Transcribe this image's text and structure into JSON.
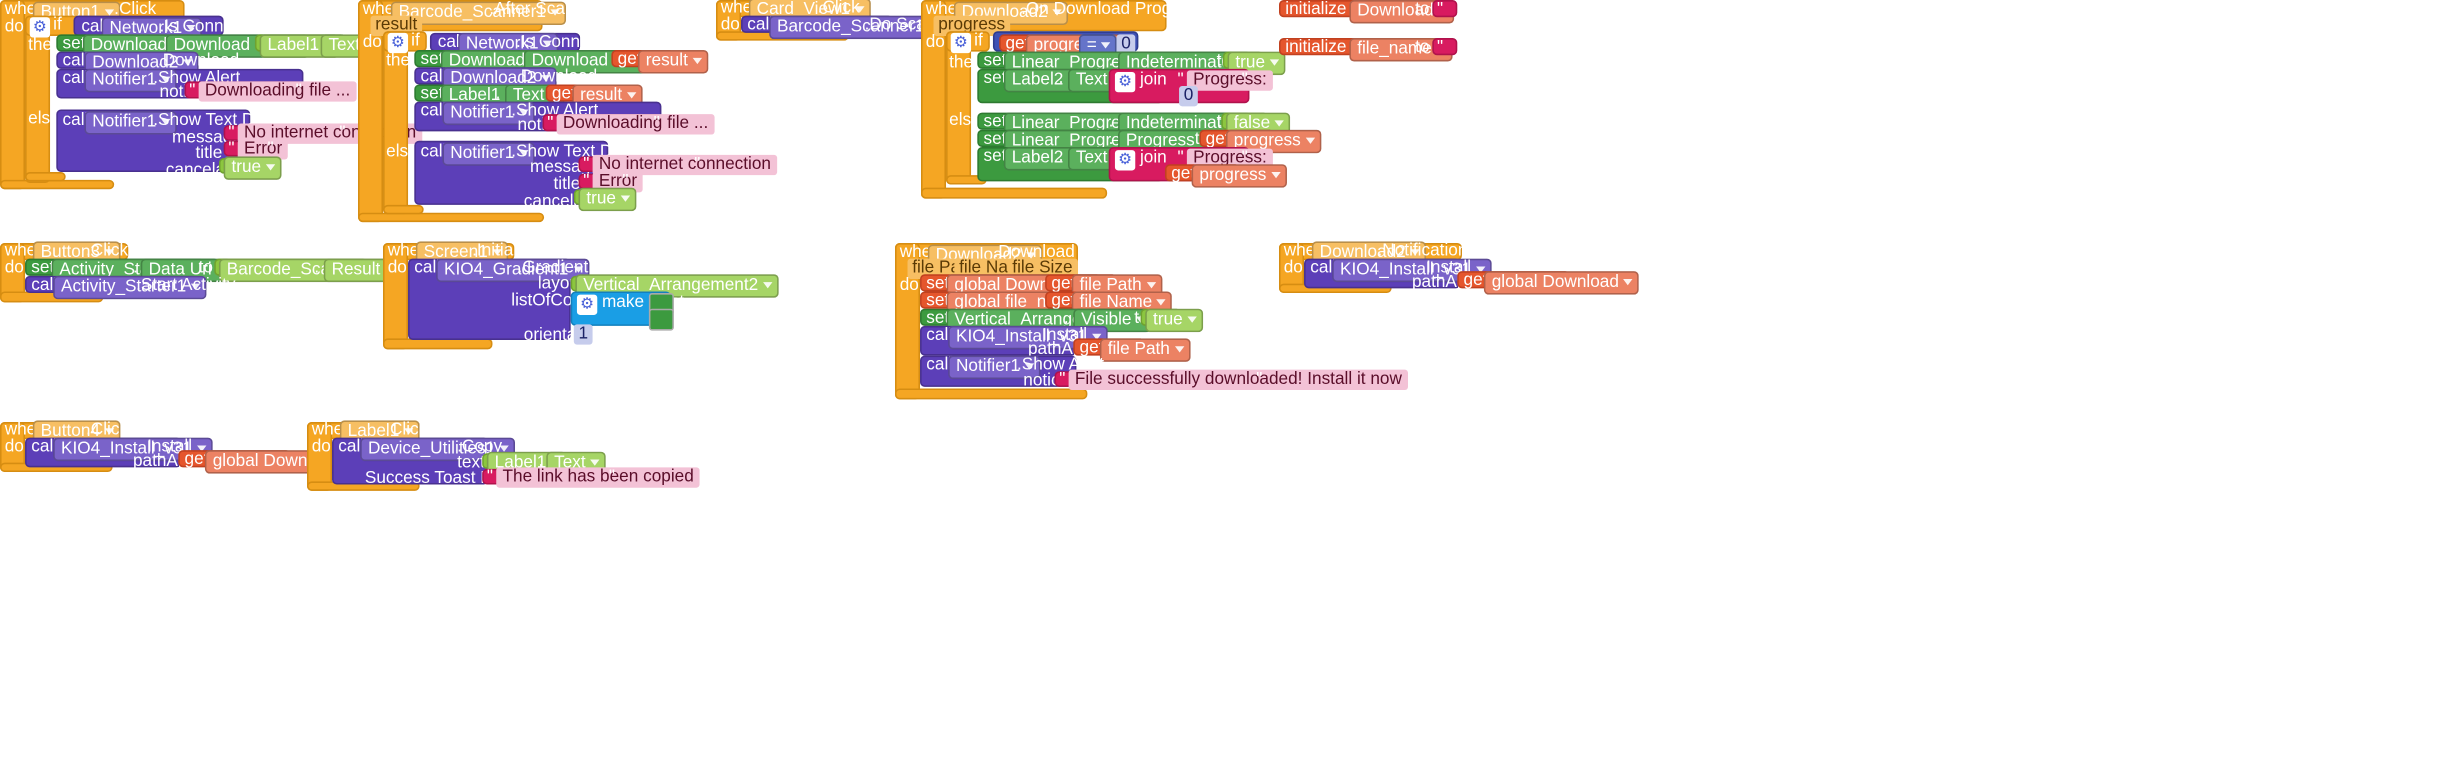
{
  "b1": {
    "when": "when",
    "comp": "Button1",
    "evt": ".Click",
    "do": "do",
    "if": "if",
    "call": "call",
    "net": "Network1",
    "is_connected": ".Is Connected",
    "then": "then",
    "set": "set",
    "dl": "Download2",
    "dot": ".",
    "dl_url": "Download URL",
    "to": "to",
    "lbl": "Label1",
    "text": "Text",
    "dl_method": ".Download",
    "notifier": "Notifier1",
    "show_alert": ".Show Alert",
    "notice": "notice",
    "downloading": "Downloading file ...",
    "else": "else",
    "show_text_dialog": ".Show Text Dialog",
    "message": "message",
    "no_internet": "No internet connection",
    "title": "title",
    "error": "Error",
    "cancelable": "cancelable",
    "true": "true"
  },
  "bs": {
    "when": "when",
    "comp": "Barcode_Scanner1",
    "evt": ".After Scan",
    "param": "result",
    "do": "do",
    "if": "if",
    "call": "call",
    "net": "Network1",
    "is_connected": ".Is Connected",
    "then": "then",
    "set": "set",
    "dl": "Download2",
    "dot": ".",
    "dl_url": "Download URL",
    "to": "to",
    "get": "get",
    "result": "result",
    "dl_method": ".Download",
    "lbl": "Label1",
    "text": "Text",
    "notifier": "Notifier1",
    "show_alert": ".Show Alert",
    "notice": "notice",
    "downloading": "Downloading file ...",
    "else": "else",
    "show_text_dialog": ".Show Text Dialog",
    "message": "message",
    "no_internet": "No internet connection",
    "title": "title",
    "error": "Error",
    "cancelable": "cancelable",
    "true": "true"
  },
  "cv": {
    "when": "when",
    "comp": "Card_View1",
    "evt": ".Click",
    "do": "do",
    "call": "call",
    "scanner": "Barcode_Scanner1",
    "do_scan": ".Do Scan"
  },
  "dp": {
    "when": "when",
    "comp": "Download2",
    "evt": ".On Download Progress Changed",
    "param": "progress",
    "do": "do",
    "if": "if",
    "get": "get",
    "progress": "progress",
    "op": "=",
    "zero": "0",
    "then": "then",
    "set": "set",
    "lp": "Linear_Progressbar1",
    "dot": ".",
    "indeterminate": "Indeterminate",
    "to": "to",
    "true": "true",
    "lbl2": "Label2",
    "text": "Text",
    "join": "join",
    "progress_str": "Progress: ",
    "else": "else",
    "false": "false",
    "progress_prop": "Progress"
  },
  "globals": {
    "init": "initialize global",
    "download": "Download",
    "file_name": "file_name",
    "to": "to"
  },
  "b3": {
    "when": "when",
    "comp": "Button3",
    "evt": ".Click",
    "do": "do",
    "set": "set",
    "act": "Activity_Starter1",
    "dot": ".",
    "data_uri": "Data Uri",
    "to": "to",
    "scanner": "Barcode_Scanner1",
    "result": "Result",
    "call": "call",
    "start": ".Start Activity"
  },
  "si": {
    "when": "when",
    "comp": "Screen1",
    "evt": ".Initialize",
    "do": "do",
    "call": "call",
    "grad": "KIO4_Gradient1",
    "grad_method": ".Gradient",
    "layout": "layout",
    "va": "Vertical_Arrangement2",
    "list_of_colors": "listOfColors",
    "make_list": "make a list",
    "orientation": "orientation",
    "one": "1"
  },
  "dc": {
    "when": "when",
    "comp": "Download2",
    "evt": ".Download Complete",
    "p1": "file Path",
    "p2": "file Name",
    "p3": "file Size",
    "do": "do",
    "set": "set",
    "g_download": "global Download",
    "to": "to",
    "get": "get",
    "file_path": "file Path",
    "g_file_name": "global file_name",
    "file_name": "file Name",
    "va3": "Vertical_Arrangement3",
    "dot": ".",
    "visible": "Visible",
    "true": "true",
    "call": "call",
    "kio": "KIO4_Install_v31",
    "install": ".Install",
    "path_app": "pathApp",
    "notifier": "Notifier1",
    "show_alert": ".Show Alert",
    "notice": "notice",
    "success": "File successfully downloaded! Install it now"
  },
  "nc": {
    "when": "when",
    "comp": "Download2",
    "evt": ".Notification Clicked",
    "do": "do",
    "call": "call",
    "kio": "KIO4_Install_v31",
    "install": ".Install",
    "path_app": "pathApp",
    "get": "get",
    "g_download": "global Download"
  },
  "b4": {
    "when": "when",
    "comp": "Button4",
    "evt": ".Click",
    "do": "do",
    "call": "call",
    "kio": "KIO4_Install_v31",
    "install": ".Install",
    "path_app": "pathApp",
    "get": "get",
    "g_download": "global Download"
  },
  "l1": {
    "when": "when",
    "comp": "Label1",
    "evt": ".Click",
    "do": "do",
    "call": "call",
    "dev": "Device_Utilities1",
    "copy": ".Copy",
    "text": "text",
    "lbl": "Label1",
    "text_prop": "Text",
    "toast": "Success Toast Message",
    "copied": "The link has been copied"
  }
}
